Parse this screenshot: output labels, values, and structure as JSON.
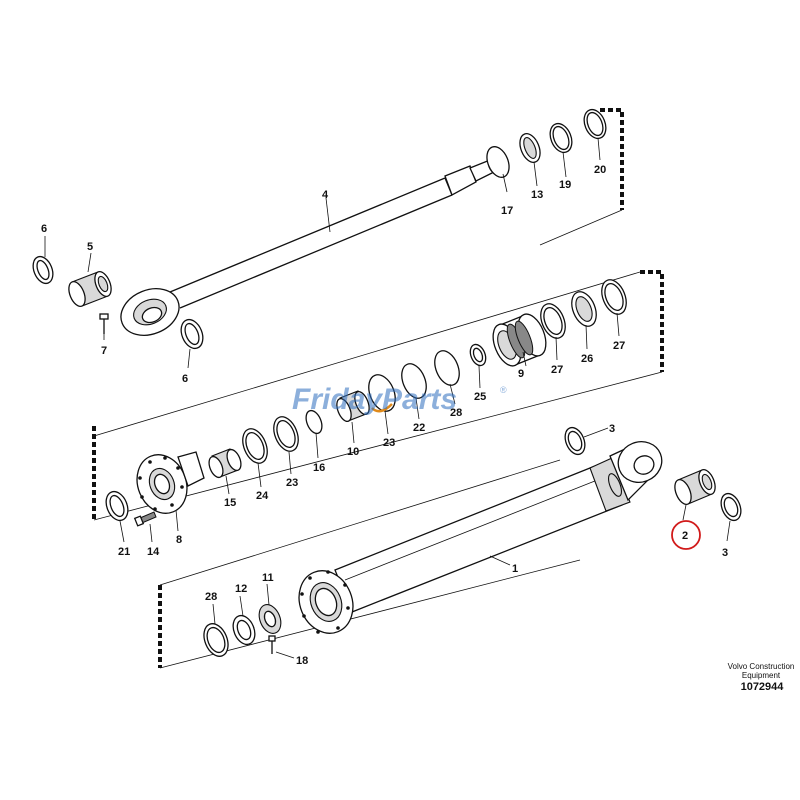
{
  "callouts": {
    "p4": "4",
    "p17": "17",
    "p13": "13",
    "p19": "19",
    "p20": "20",
    "p6a": "6",
    "p5": "5",
    "p7": "7",
    "p6b": "6",
    "p9": "9",
    "p27a": "27",
    "p26": "26",
    "p27b": "27",
    "p25": "25",
    "p28a": "28",
    "p22": "22",
    "p23a": "23",
    "p10": "10",
    "p16": "16",
    "p23b": "23",
    "p24": "24",
    "p15": "15",
    "p21": "21",
    "p14": "14",
    "p8": "8",
    "p3a": "3",
    "p2": "2",
    "p3b": "3",
    "p1": "1",
    "p28b": "28",
    "p12": "12",
    "p11": "11",
    "p18": "18"
  },
  "watermark": {
    "text": "FridayParts",
    "reg": "®"
  },
  "footer": {
    "company": "Volvo Construction",
    "company2": "Equipment",
    "ref_no": "1072944"
  },
  "colors": {
    "highlight_ring": "#d11a1a",
    "seal_highlight": "#e08a1a",
    "watermark": "#2f6fbf"
  },
  "icons": [
    "piston-rod",
    "cylinder-tube",
    "piston",
    "cylinder-head",
    "bushing",
    "seal-ring",
    "grease-nipple",
    "bolt"
  ]
}
